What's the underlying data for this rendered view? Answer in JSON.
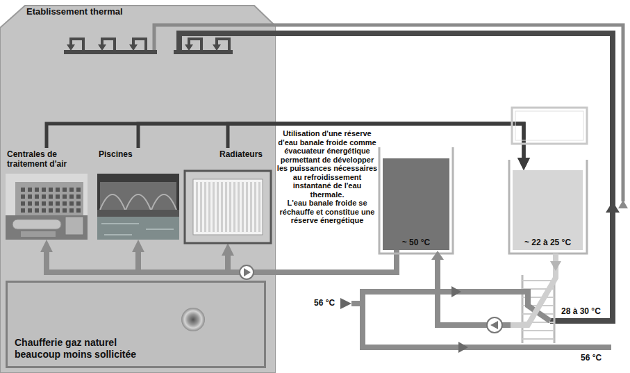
{
  "diagram": {
    "nodes": [
      {
        "text": [
          "Etablissement thermal"
        ]
      },
      {
        "text": [
          "Centrales de traitement d'air"
        ],
        "in": 0
      },
      {
        "text": [
          "Piscines"
        ],
        "in": 0
      },
      {
        "text": [
          "Radiateurs"
        ],
        "in": 0
      },
      {
        "text": [
          "~ 50 °C"
        ]
      },
      {
        "text": [
          "~ 22 à 25 °C"
        ]
      },
      {
        "text": [
          "Chaufferie gaz naturel beaucoup moins sollicitée"
        ],
        "in": 0
      }
    ],
    "edges": [
      {
        "from": 4,
        "to": 1,
        "arrow": "to"
      },
      {
        "from": 4,
        "to": 2,
        "arrow": "to"
      },
      {
        "from": 4,
        "to": 3,
        "arrow": "to"
      },
      {
        "from": 1,
        "to": 5,
        "arrow": "to"
      },
      {
        "from": 2,
        "to": 5,
        "arrow": "to"
      },
      {
        "from": 3,
        "to": 5,
        "arrow": "to"
      }
    ],
    "labels": [
      "Utilisation d'une réserve d'eau banale froide comme évacuateur énergétique permettant de développer les puissances nécessaires au refroidissement instantané de l'eau thermale.",
      "L'eau banale froide se réchauffe et constitue une réserve énergétique",
      "56 °C",
      "28 à 30 °C",
      "56 °C"
    ]
  }
}
